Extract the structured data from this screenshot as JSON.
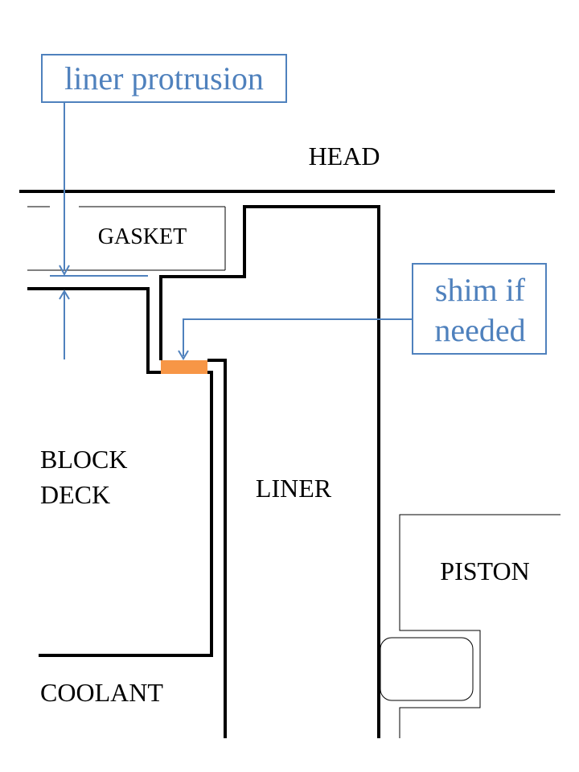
{
  "labels": {
    "head": "HEAD",
    "gasket": "GASKET",
    "block_line1": "BLOCK",
    "block_line2": "DECK",
    "liner": "LINER",
    "piston": "PISTON",
    "coolant": "COOLANT"
  },
  "callouts": {
    "liner_protrusion": "liner protrusion",
    "shim_line1": "shim if",
    "shim_line2": "needed"
  },
  "colors": {
    "outline": "#000000",
    "callout": "#4f81bd",
    "shim": "#f79646"
  }
}
